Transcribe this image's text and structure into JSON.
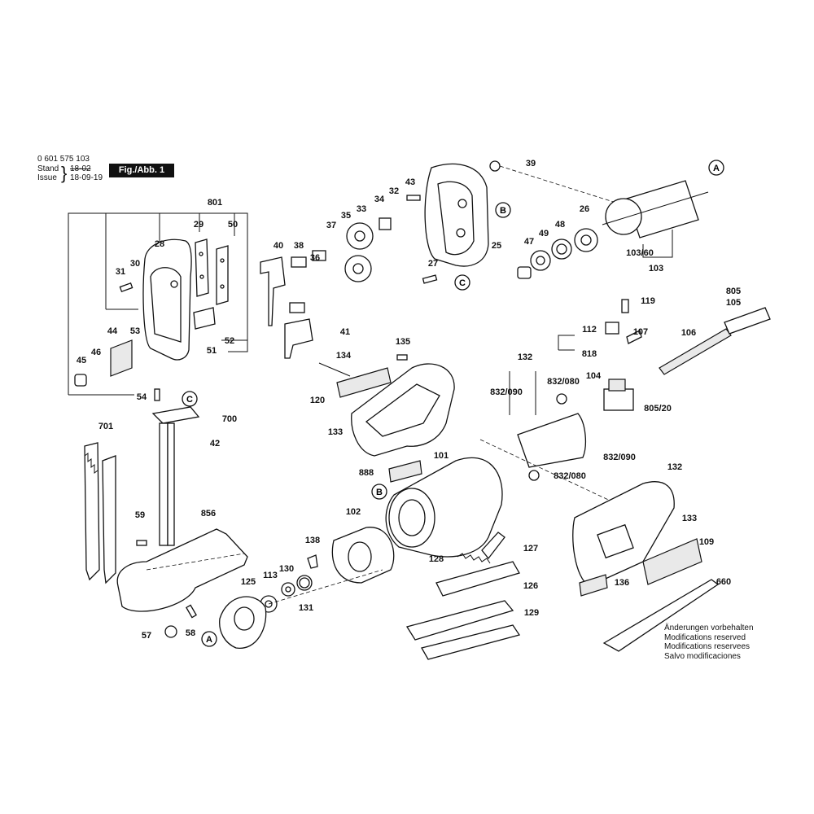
{
  "header": {
    "part_number": "0 601 575 103",
    "stand_label": "Stand",
    "issue_label": "Issue",
    "brace": "}",
    "stand_date_struck": "18-02",
    "issue_date": "18-09-19",
    "figure_label": "Fig./Abb. 1"
  },
  "footnote": [
    "Änderungen vorbehalten",
    "Modifications reserved",
    "Modifications reservees",
    "Salvo modificaciones"
  ],
  "callouts": [
    "A",
    "B",
    "C",
    "C",
    "B",
    "A"
  ],
  "labels": [
    "801",
    "29",
    "50",
    "28",
    "31",
    "30",
    "44",
    "53",
    "46",
    "45",
    "51",
    "52",
    "54",
    "40",
    "38",
    "36",
    "37",
    "35",
    "33",
    "34",
    "32",
    "43",
    "41",
    "39",
    "27",
    "25",
    "47",
    "49",
    "48",
    "26",
    "103/60",
    "103",
    "119",
    "805",
    "105",
    "112",
    "107",
    "106",
    "818",
    "104",
    "135",
    "134",
    "132",
    "832/090",
    "832/080",
    "120",
    "133",
    "805/20",
    "700",
    "42",
    "701",
    "888",
    "101",
    "832/090",
    "132",
    "832/080",
    "102",
    "59",
    "856",
    "133",
    "127",
    "109",
    "138",
    "128",
    "126",
    "125",
    "113",
    "130",
    "131",
    "136",
    "660",
    "129",
    "57",
    "58"
  ],
  "icons": [
    "armature",
    "spur-gear",
    "gear-housing",
    "power-cord",
    "switch",
    "motor-housing",
    "field-coil",
    "saw-blade",
    "guide-shoe",
    "ball-bearing",
    "handle-cover"
  ]
}
